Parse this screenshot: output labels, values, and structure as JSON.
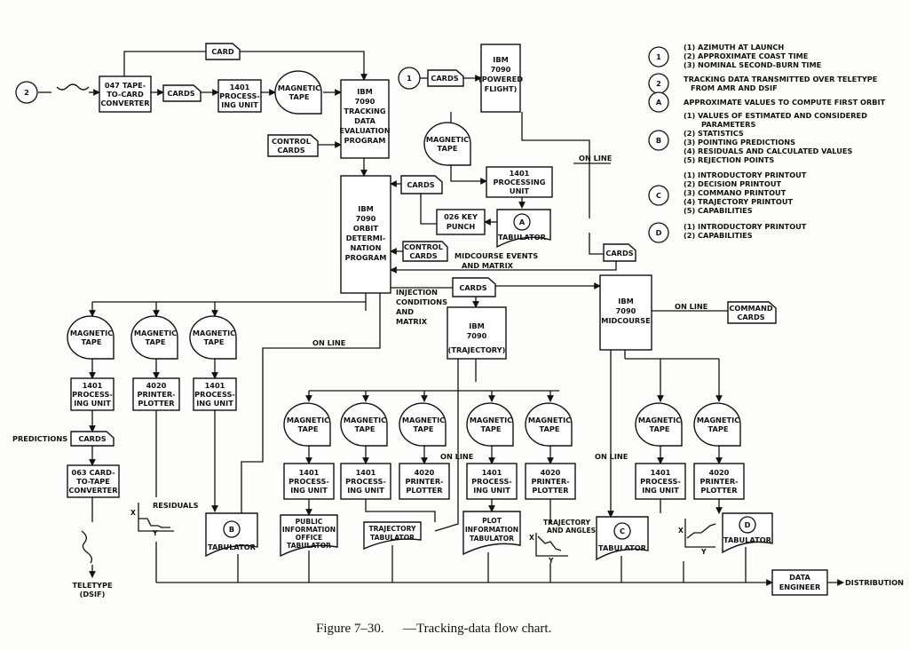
{
  "caption": {
    "figure": "Figure 7–30.",
    "text": "—Tracking-data flow chart."
  },
  "nodes": {
    "input2": "2",
    "tape_converter_047": [
      "047 TAPE-",
      "TO-CARD",
      "CONVERTER"
    ],
    "card_top": "CARD",
    "cards_a": "CARDS",
    "proc_1401_a": [
      "1401",
      "PROCESS-",
      "ING UNIT"
    ],
    "mag_tape_a": [
      "MAGNETIC",
      "TAPE"
    ],
    "tracking_eval": [
      "IBM",
      "7090",
      "TRACKING",
      "DATA",
      "EVALUATION",
      "PROGRAM"
    ],
    "control_cards_a": [
      "CONTROL",
      "CARDS"
    ],
    "input1": "1",
    "cards_b": "CARDS",
    "powered_flight": [
      "IBM",
      "7090",
      "(POWERED",
      "FLIGHT)"
    ],
    "mag_tape_b": [
      "MAGNETIC",
      "TAPE"
    ],
    "on_line_a": "ON LINE",
    "proc_1401_b": [
      "1401",
      "PROCESSING",
      "UNIT"
    ],
    "cards_c": "CARDS",
    "orbit_det": [
      "IBM",
      "7090",
      "ORBIT",
      "DETERMI-",
      "NATION",
      "PROGRAM"
    ],
    "key_punch": [
      "026 KEY",
      "PUNCH"
    ],
    "tabulator_a_letter": "A",
    "tabulator_a": "TABULATOR",
    "control_cards_b": [
      "CONTROL",
      "CARDS"
    ],
    "midcourse_events": [
      "MIDCOURSE EVENTS",
      "AND MATRIX"
    ],
    "cards_d": "CARDS",
    "injection": [
      "INJECTION",
      "CONDITIONS",
      "AND",
      "MATRIX"
    ],
    "cards_e": "CARDS",
    "midcourse": [
      "IBM",
      "7090",
      "MIDCOURSE"
    ],
    "on_line_b": "ON LINE",
    "command_cards": [
      "COMMAND",
      "CARDS"
    ],
    "trajectory": [
      "IBM",
      "7090",
      "(TRAJECTORY)"
    ],
    "mag_tape_1": [
      "MAGNETIC",
      "TAPE"
    ],
    "mag_tape_2": [
      "MAGNETIC",
      "TAPE"
    ],
    "mag_tape_3": [
      "MAGNETIC",
      "TAPE"
    ],
    "on_line_c": "ON LINE",
    "proc_1401_c": [
      "1401",
      "PROCESS-",
      "ING UNIT"
    ],
    "printer_4020_a": [
      "4020",
      "PRINTER-",
      "PLOTTER"
    ],
    "proc_1401_d": [
      "1401",
      "PROCESS-",
      "ING UNIT"
    ],
    "predictions": "PREDICTIONS",
    "cards_f": "CARDS",
    "card_tape_063": [
      "063 CARD-",
      "TO-TAPE",
      "CONVERTER"
    ],
    "residuals": "RESIDUALS",
    "tabulator_b_letter": "B",
    "tabulator_b": "TABULATOR",
    "teletype": [
      "TELETYPE",
      "(DSIF)"
    ],
    "mag_tape_t1": [
      "MAGNETIC",
      "TAPE"
    ],
    "mag_tape_t2": [
      "MAGNETIC",
      "TAPE"
    ],
    "mag_tape_t3": [
      "MAGNETIC",
      "TAPE"
    ],
    "mag_tape_t4": [
      "MAGNETIC",
      "TAPE"
    ],
    "mag_tape_t5": [
      "MAGNETIC",
      "TAPE"
    ],
    "on_line_d": "ON LINE",
    "proc_1401_t1": [
      "1401",
      "PROCESS-",
      "ING UNIT"
    ],
    "proc_1401_t2": [
      "1401",
      "PROCESS-",
      "ING UNIT"
    ],
    "printer_4020_t3": [
      "4020",
      "PRINTER-",
      "PLOTTER"
    ],
    "proc_1401_t4": [
      "1401",
      "PROCESS-",
      "ING UNIT"
    ],
    "printer_4020_t5": [
      "4020",
      "PRINTER-",
      "PLOTTER"
    ],
    "public_info": [
      "PUBLIC",
      "INFORMATION",
      "OFFICE",
      "TABULATOR"
    ],
    "trajectory_tab": [
      "TRAJECTORY",
      "TABULATOR"
    ],
    "plot_info": [
      "PLOT",
      "INFORMATION",
      "TABULATOR"
    ],
    "traj_angles": [
      "TRAJECTORY",
      "AND ANGLES"
    ],
    "mag_tape_m1": [
      "MAGNETIC",
      "TAPE"
    ],
    "mag_tape_m2": [
      "MAGNETIC",
      "TAPE"
    ],
    "on_line_e": "ON LINE",
    "proc_1401_m1": [
      "1401",
      "PROCESS-",
      "ING UNIT"
    ],
    "printer_4020_m2": [
      "4020",
      "PRINTER-",
      "PLOTTER"
    ],
    "tabulator_c_letter": "C",
    "tabulator_c": "TABULATOR",
    "tabulator_d_letter": "D",
    "tabulator_d": "TABULATOR",
    "data_engineer": [
      "DATA",
      "ENGINEER"
    ],
    "distribution": "DISTRIBUTION",
    "axis_x": "X",
    "axis_y": "Y"
  },
  "legend": [
    {
      "key": "1",
      "lines": [
        "(1) AZIMUTH AT LAUNCH",
        "(2) APPROXIMATE COAST TIME",
        "(3) NOMINAL SECOND-BURN TIME"
      ]
    },
    {
      "key": "2",
      "lines": [
        "TRACKING DATA TRANSMITTED OVER TELETYPE",
        "FROM AMR AND DSIF"
      ]
    },
    {
      "key": "A",
      "lines": [
        "APPROXIMATE VALUES TO COMPUTE FIRST ORBIT"
      ]
    },
    {
      "key": "B",
      "lines": [
        "(1) VALUES OF ESTIMATED AND CONSIDERED",
        "PARAMETERS",
        "(2) STATISTICS",
        "(3) POINTING PREDICTIONS",
        "(4) RESIDUALS AND CALCULATED VALUES",
        "(5) REJECTION POINTS"
      ]
    },
    {
      "key": "C",
      "lines": [
        "(1) INTRODUCTORY PRINTOUT",
        "(2) DECISION PRINTOUT",
        "(3) COMMANO PRINTOUT",
        "(4) TRAJECTORY PRINTOUT",
        "(5) CAPABILITIES"
      ]
    },
    {
      "key": "D",
      "lines": [
        "(1) INTRODUCTORY PRINTOUT",
        "(2) CAPABILITIES"
      ]
    }
  ]
}
